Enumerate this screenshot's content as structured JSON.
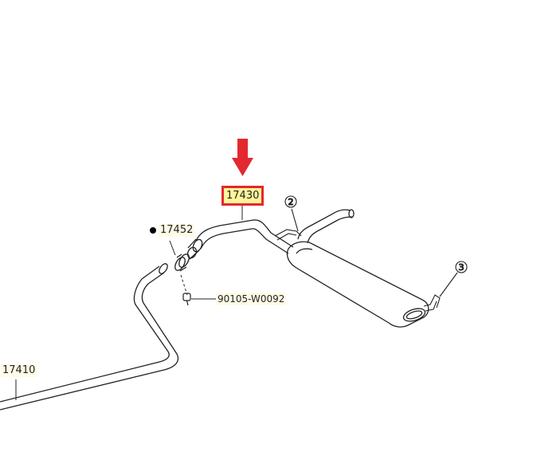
{
  "labels": {
    "main_pipe": "17430",
    "gasket": "17452",
    "bolt": "90105-W0092",
    "front_pipe": "17410"
  },
  "callouts": {
    "hanger_a": "2",
    "hanger_b": "3"
  },
  "indicators": {
    "selected_part": "17430",
    "selected_color": "#e3282f",
    "label_bg": "#fffbe6",
    "selected_bg": "#fff59a",
    "bullet_marker": "filled-circle"
  }
}
